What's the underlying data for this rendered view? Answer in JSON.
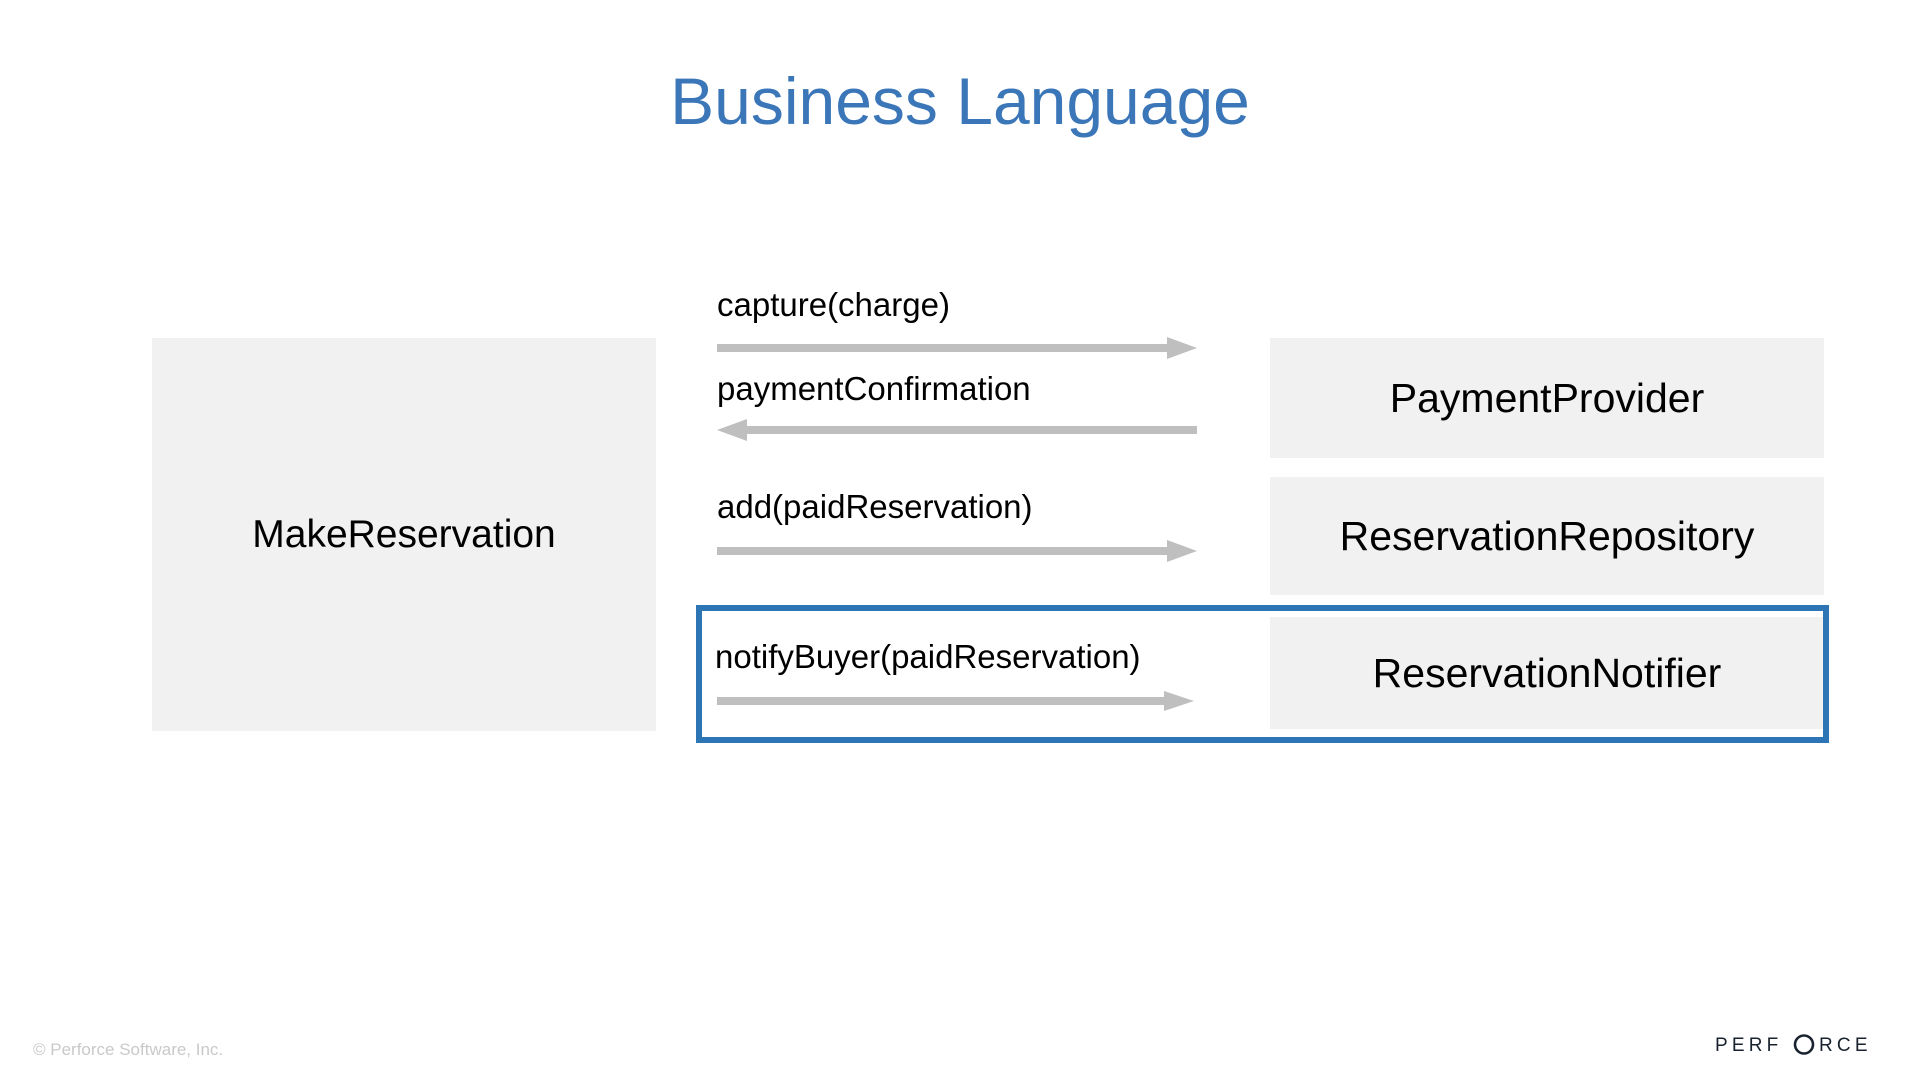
{
  "slide": {
    "title": "Business Language",
    "title_color": "#3A76B8",
    "background_color": "#FFFFFF"
  },
  "diagram": {
    "type": "sequence-collaboration",
    "accent_color": "#2E75B6",
    "box_fill_color": "#F1F1F1",
    "arrow_color": "#BFBFBF",
    "actors": {
      "source": {
        "label": "MakeReservation"
      },
      "targets": [
        {
          "label": "PaymentProvider",
          "highlighted": false
        },
        {
          "label": "ReservationRepository",
          "highlighted": false
        },
        {
          "label": "ReservationNotifier",
          "highlighted": true
        }
      ]
    },
    "messages": [
      {
        "label": "capture(charge)",
        "direction": "right",
        "from": "MakeReservation",
        "to": "PaymentProvider"
      },
      {
        "label": "paymentConfirmation",
        "direction": "left",
        "from": "PaymentProvider",
        "to": "MakeReservation"
      },
      {
        "label": "add(paidReservation)",
        "direction": "right",
        "from": "MakeReservation",
        "to": "ReservationRepository"
      },
      {
        "label": "notifyBuyer(paidReservation)",
        "direction": "right",
        "from": "MakeReservation",
        "to": "ReservationNotifier"
      }
    ],
    "highlight": {
      "present": true,
      "border_color": "#2E75B6",
      "encloses": [
        "notifyBuyer(paidReservation)",
        "ReservationNotifier"
      ]
    }
  },
  "footer": {
    "copyright": "© Perforce Software, Inc.",
    "logo_text": "PERFORCE",
    "logo_color": "#19232F"
  }
}
